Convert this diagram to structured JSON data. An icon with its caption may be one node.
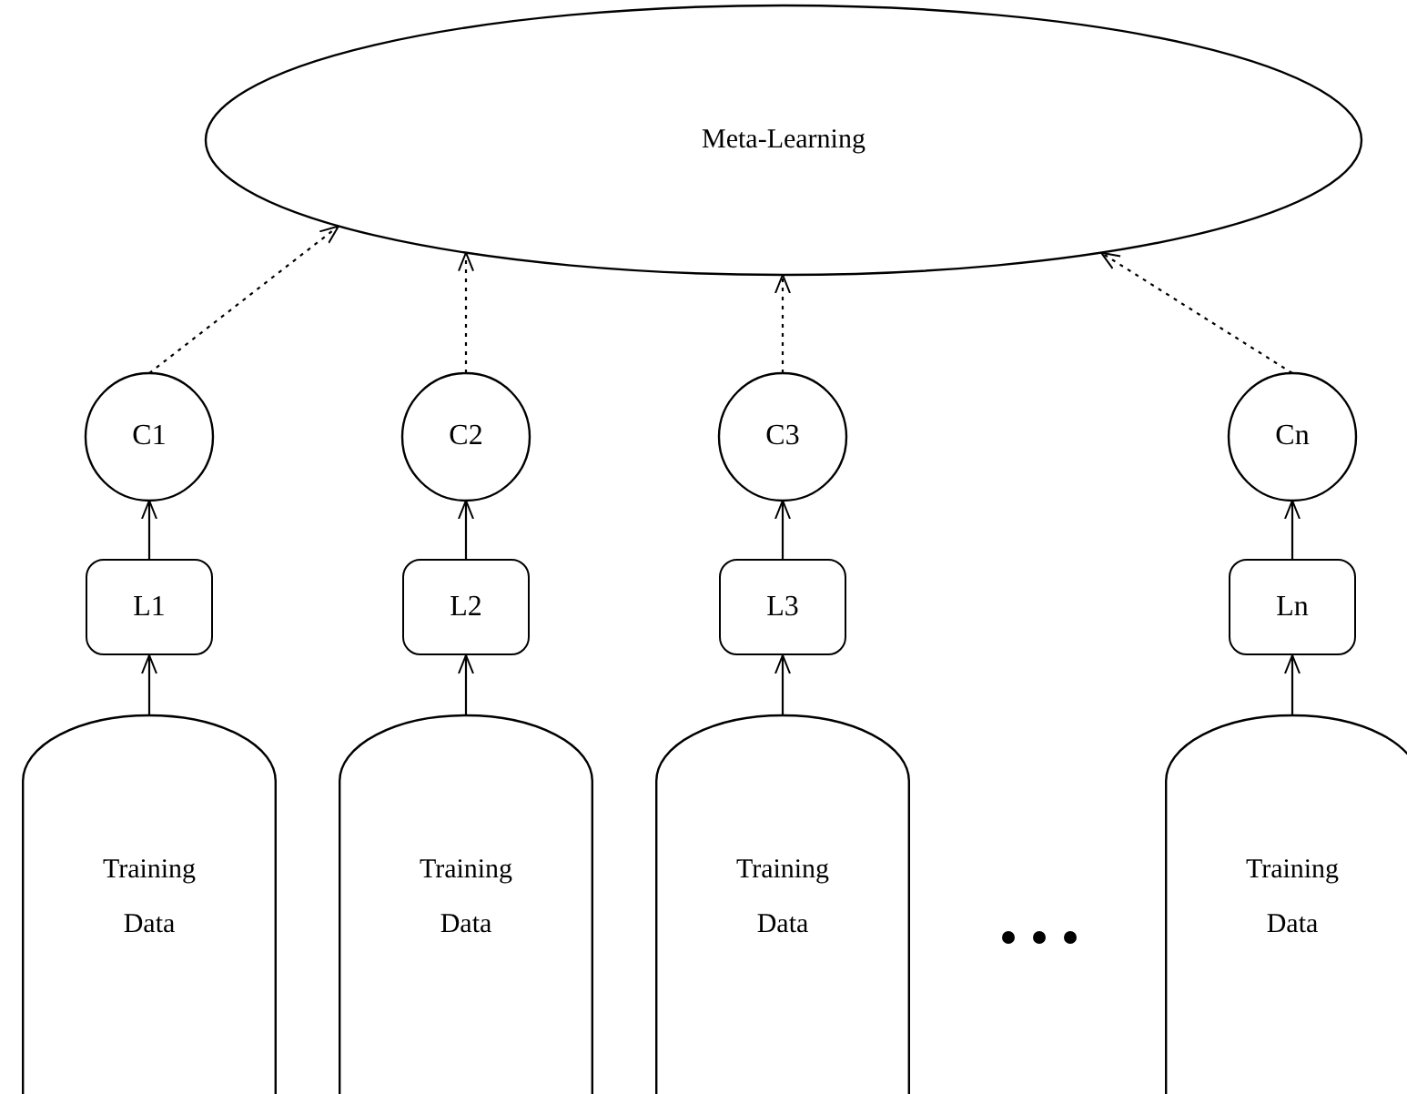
{
  "diagram": {
    "nodes": [
      {
        "text": [
          "Meta-Learning"
        ]
      },
      {
        "text": [
          "C1"
        ]
      },
      {
        "text": [
          "C2"
        ]
      },
      {
        "text": [
          "C3"
        ]
      },
      {
        "text": [
          "Cn"
        ]
      },
      {
        "text": [
          "L1"
        ]
      },
      {
        "text": [
          "L2"
        ]
      },
      {
        "text": [
          "L3"
        ]
      },
      {
        "text": [
          "Ln"
        ]
      },
      {
        "text": [
          "Training Data"
        ]
      },
      {
        "text": [
          "Training Data"
        ]
      },
      {
        "text": [
          "Training Data"
        ]
      },
      {
        "text": [
          "Training Data"
        ]
      }
    ],
    "edges": [
      {
        "from": 9,
        "to": 5,
        "arrow": "to"
      },
      {
        "from": 10,
        "to": 6,
        "arrow": "to"
      },
      {
        "from": 11,
        "to": 7,
        "arrow": "to"
      },
      {
        "from": 12,
        "to": 8,
        "arrow": "to"
      },
      {
        "from": 5,
        "to": 1,
        "arrow": "to"
      },
      {
        "from": 6,
        "to": 2,
        "arrow": "to"
      },
      {
        "from": 7,
        "to": 3,
        "arrow": "to"
      },
      {
        "from": 8,
        "to": 4,
        "arrow": "to"
      },
      {
        "from": 1,
        "to": 0,
        "arrow": "to",
        "style": "dashed"
      },
      {
        "from": 2,
        "to": 0,
        "arrow": "to",
        "style": "dashed"
      },
      {
        "from": 3,
        "to": 0,
        "arrow": "to",
        "style": "dashed"
      },
      {
        "from": 4,
        "to": 0,
        "arrow": "to",
        "style": "dashed"
      }
    ]
  }
}
